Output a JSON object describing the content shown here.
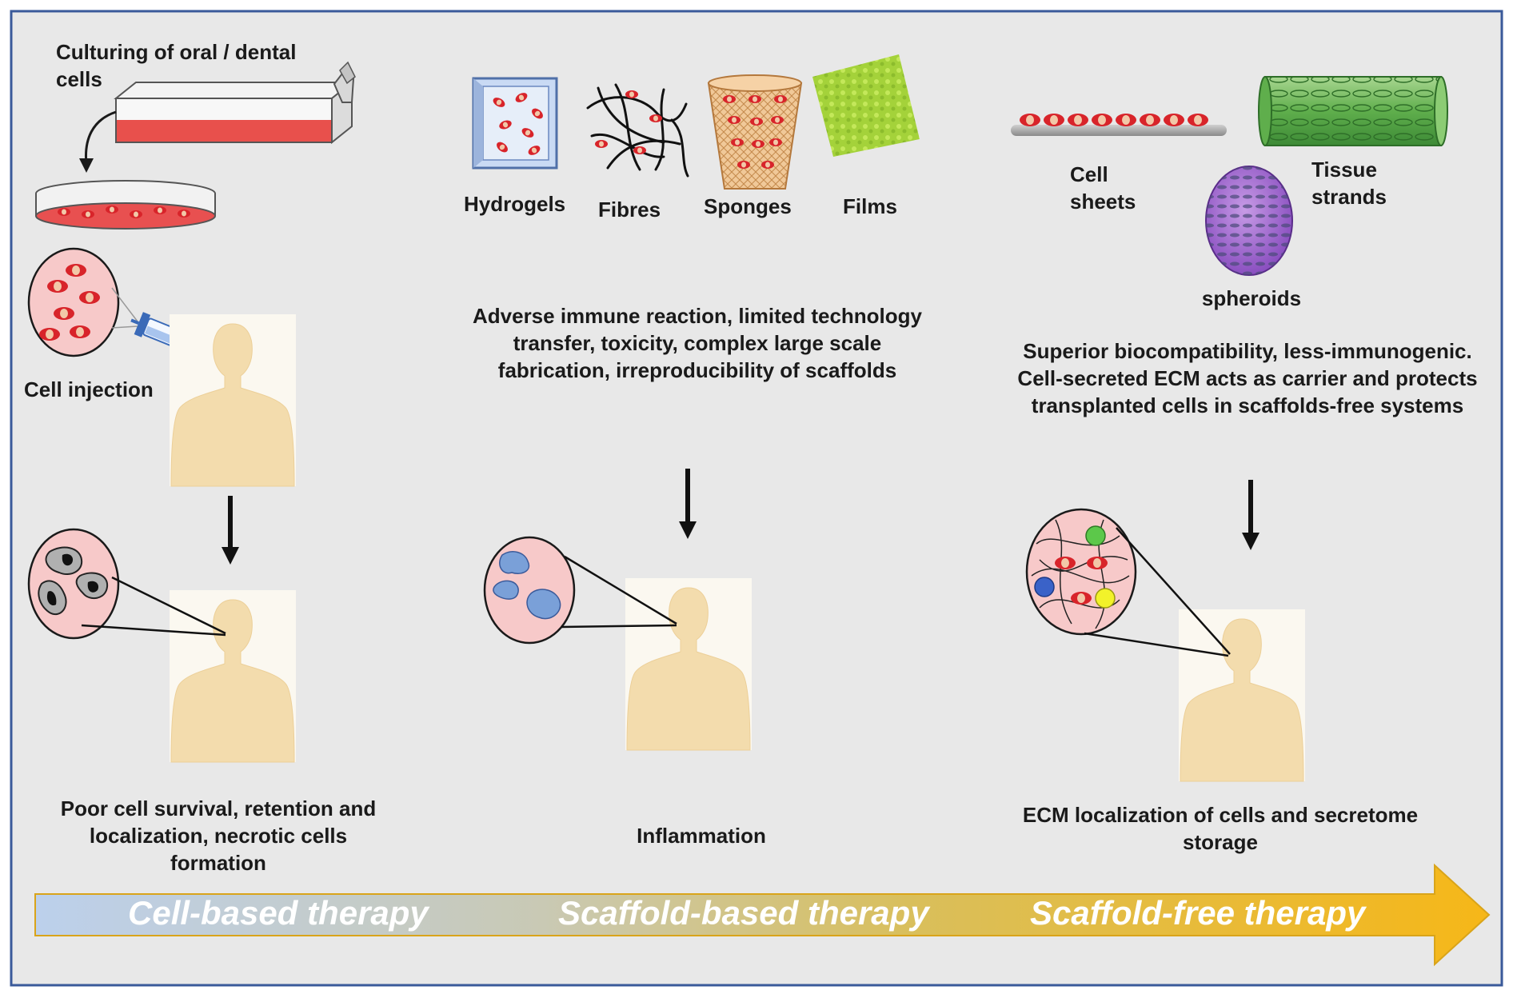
{
  "colors": {
    "panel_bg": "#e8e8e8",
    "panel_border": "#3a5a9a",
    "skin": "#f4deb2",
    "cell_red": "#d8242a",
    "cell_core": "#f2c2a0",
    "circle_fill": "#f7c9c9",
    "inflam_blue": "#7aa0d8",
    "gradient_start": "#bdd0ea",
    "gradient_end": "#f5b81a"
  },
  "cell_based": {
    "culture_label": "Culturing of oral / dental cells",
    "injection_label": "Cell injection",
    "outcome": "Poor cell survival, retention and localization, necrotic cells formation"
  },
  "scaffold_based": {
    "scaffolds": [
      "Hydrogels",
      "Fibres",
      "Sponges",
      "Films"
    ],
    "drawbacks": "Adverse immune reaction, limited technology transfer, toxicity, complex large scale fabrication, irreproducibility of scaffolds",
    "outcome": "Inflammation"
  },
  "scaffold_free": {
    "cell_sheets": "Cell sheets",
    "tissue_strands": "Tissue strands",
    "spheroids": "spheroids",
    "benefits": "Superior biocompatibility, less-immunogenic. Cell-secreted ECM acts as carrier and protects transplanted cells in scaffolds-free systems",
    "outcome": "ECM localization of cells and secretome storage"
  },
  "timeline": {
    "labels": [
      "Cell-based therapy",
      "Scaffold-based therapy",
      "Scaffold-free therapy"
    ]
  }
}
